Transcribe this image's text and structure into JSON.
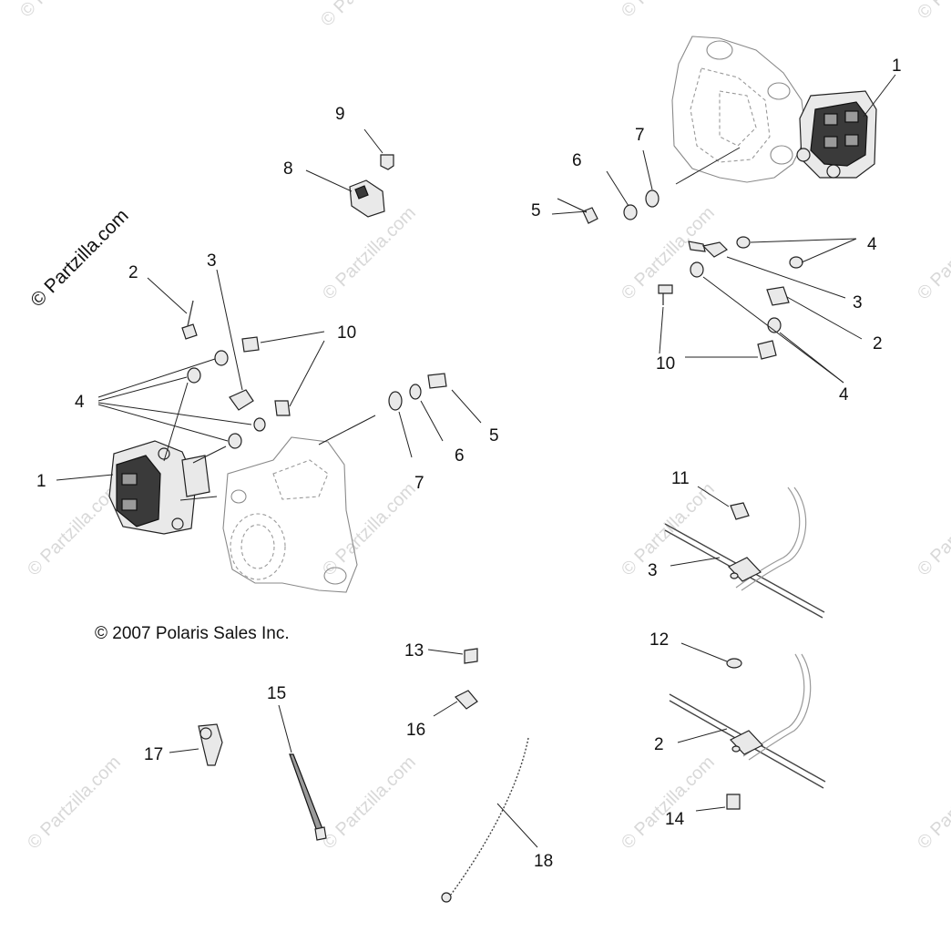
{
  "brand_watermark": "© Partzilla.com",
  "copyright": "© 2007 Polaris Sales Inc.",
  "callouts": {
    "c1_right": "1",
    "c7_top": "7",
    "c6_top": "6",
    "c9": "9",
    "c8": "8",
    "c5_top": "5",
    "c4_top": "4",
    "c3_top": "3",
    "c2_top": "2",
    "c10_top": "10",
    "c4_right": "4",
    "c2_left": "2",
    "c3_left": "3",
    "c10_left": "10",
    "c4_left": "4",
    "c5_mid": "5",
    "c6_mid": "6",
    "c7_mid": "7",
    "c1_left": "1",
    "c11": "11",
    "c3_line": "3",
    "c12": "12",
    "c2_line": "2",
    "c14": "14",
    "c13": "13",
    "c16": "16",
    "c15": "15",
    "c17": "17",
    "c18": "18"
  },
  "colors": {
    "line": "#222222",
    "part_fill": "#e9e9e9",
    "dark_part": "#3a3a3a",
    "watermark": "#d8d8d8"
  }
}
